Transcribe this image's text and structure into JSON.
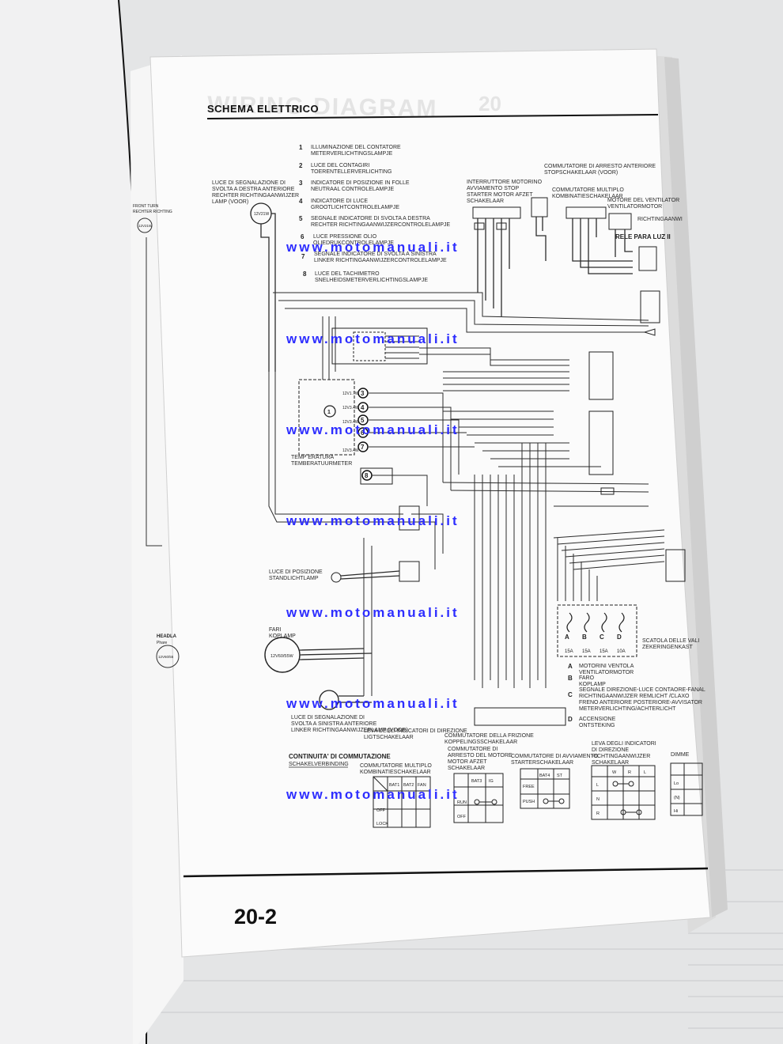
{
  "header": {
    "title": "SCHEMA ELETTRICO",
    "ghost_title": "WIRING DIAGRAM",
    "ghost_number": "20"
  },
  "legend": [
    {
      "n": "1",
      "it": "ILLUMINAZIONE DEL CONTATORE",
      "nl": "METERVERLICHTINGSLAMPJE"
    },
    {
      "n": "2",
      "it": "LUCE DEL CONTAGIRI",
      "nl": "TOERENTELLERVERLICHTING"
    },
    {
      "n": "3",
      "it": "INDICATORE DI POSIZIONE IN FOLLE",
      "nl": "NEUTRAAL CONTROLELAMPJE"
    },
    {
      "n": "4",
      "it": "INDICATORE DI LUCE",
      "nl": "GROOTLICHTCONTROLELAMPJE"
    },
    {
      "n": "5",
      "it": "SEGNALE INDICATORE DI SVOLTA A DESTRA",
      "nl": "RECHTER RICHTINGAANWIJZERCONTROLELAMPJE"
    },
    {
      "n": "6",
      "it": "LUCE PRESSIONE OLIO",
      "nl": "OLIEDRUKCONTROLELAMPJE"
    },
    {
      "n": "7",
      "it": "SEGNALE INDICATORE DI SVOLTA A SINISTRA",
      "nl": "LINKER RICHTINGAANWIJZERCONTROLELAMPJE"
    },
    {
      "n": "8",
      "it": "LUCE DEL TACHIMETRO",
      "nl": "SNELHEIDSMETERVERLICHTINGSLAMPJE"
    }
  ],
  "labels": {
    "front_right": [
      "LUCE DI SEGNALAZIONE DI",
      "SVOLTA A DESTRA ANTERIORE",
      "RECHTER RICHTINGAANWIJZER",
      "LAMP (VOOR)"
    ],
    "front_right_bulb": "12V21W",
    "kill_switch": [
      "INTERRUTTORE MOTORINO",
      "AVVIAMENTO STOP",
      "STARTER MOTOR AFZET",
      "SCHAKELAAR"
    ],
    "front_stop": [
      "COMMUTATORE DI ARRESTO ANTERIORE",
      "STOPSCHAKELAAR (VOOR)"
    ],
    "combo_switch": [
      "COMMUTATORE MULTIPLO",
      "KOMBINATIESCHAKELAAR"
    ],
    "fan_motor": [
      "MOTORE DEL VENTILATOR",
      "VENTILATORMOTOR"
    ],
    "relay": "RELE PARA LUZ II",
    "richting": "RICHTINGAANWI",
    "temp": [
      "TEMP ERATURA",
      "TEMBERATUURMETER"
    ],
    "position": [
      "LUCE DI POSIZIONE",
      "STANDLICHTLAMP"
    ],
    "headlamp": [
      "FARI",
      "KOPLAMP"
    ],
    "headlamp_bulb": "12V60/55W",
    "front_left": [
      "LUCE DI SEGNALAZIONE DI",
      "SVOLTA A SINISTRA ANTERIORE",
      "LINKER RICHTINGAANWIJZERLAMP (VOOR)"
    ],
    "fuse_box": [
      "SCATOLA DELLE VALI",
      "ZEKERINGENKAST"
    ],
    "clutch": [
      "COMMUTATORE DELLA FRIZIONE",
      "KOPPELINGSSCHAKELAAR"
    ],
    "dir_lever": [
      "LEVA DEGLI INDICATORI DI DIREZIONE",
      "LIGTSCHAKELAAR"
    ]
  },
  "fuse_legend": [
    {
      "k": "A",
      "lines": [
        "MOTORINI VENTOLA",
        "VENTILATORMOTOR"
      ]
    },
    {
      "k": "B",
      "lines": [
        "FARO",
        "KOPLAMP"
      ]
    },
    {
      "k": "C",
      "lines": [
        "SEGNALE DIREZIONE-LUCE CONTAORE-FANAL",
        "RICHTINGAANWIJZER REMLICHT /CLAXO",
        "FRENO ANTERIORE POSTERIORE-AVVISATOR",
        "METERVERLICHTING/ACHTERLICHT"
      ]
    },
    {
      "k": "D",
      "lines": [
        "ACCENSIONE",
        "ONTSTEKING"
      ]
    }
  ],
  "fuse_letters": [
    "A",
    "B",
    "C",
    "D"
  ],
  "fuse_amps": [
    "15A",
    "15A",
    "15A",
    "10A"
  ],
  "continuity": {
    "title": [
      "CONTINUITA' DI COMMUTAZIONE",
      "SCHAKELVERBINDING"
    ],
    "tables": [
      {
        "title": [
          "COMMUTATORE MULTIPLO",
          "KOMBINATIESCHAKELAAR"
        ],
        "cols": [
          "BAT1",
          "BAT2",
          "FAN"
        ],
        "rows": [
          "OFF",
          "LOCK"
        ]
      },
      {
        "title": [
          "COMMUTATORE DI",
          "ARRESTO DEL MOTORE",
          "MOTOR AFZET",
          "SCHAKELAAR"
        ],
        "cols": [
          "BAT3",
          "IG"
        ],
        "rows": [
          "RUN",
          "OFF"
        ]
      },
      {
        "title": [
          "COMMUTATORE DI AVVIAMENTO",
          "STARTERSCHAKELAAR"
        ],
        "cols": [
          "BAT4",
          "ST"
        ],
        "rows": [
          "FREE",
          "PUSH"
        ]
      },
      {
        "title": [
          "LEVA DEGLI INDICATORI",
          "DI DIREZIONE",
          "RICHTINGAANWIJZER",
          "SCHAKELAAR"
        ],
        "cols": [
          "W",
          "R",
          "L"
        ],
        "rows": [
          "L",
          "N",
          "R"
        ]
      },
      {
        "title": [
          "DIMME"
        ],
        "cols": [],
        "rows": [
          "Lo",
          "(N)",
          "Hi"
        ]
      }
    ]
  },
  "bulbs": {
    "b1": "12V1.7W",
    "b2": "12V3.4W",
    "b3": "12V3.4W",
    "b4": "12V3.4W"
  },
  "footer": {
    "page_number": "20-2"
  },
  "watermark": "www.motomanuali.it",
  "left_page": {
    "front_turn": "FRONT TURN",
    "front_turn_sub": "RECHTER RICHTING",
    "bulb": "12V21W",
    "headlamp": "HEADLA",
    "headlamp_sub": "Phare",
    "bulb2": "12V60/55"
  },
  "colors": {
    "paper": "#ffffff",
    "ink": "#1c1c1c",
    "watermark": "#2d2dff",
    "background": "#e9e9ea"
  }
}
